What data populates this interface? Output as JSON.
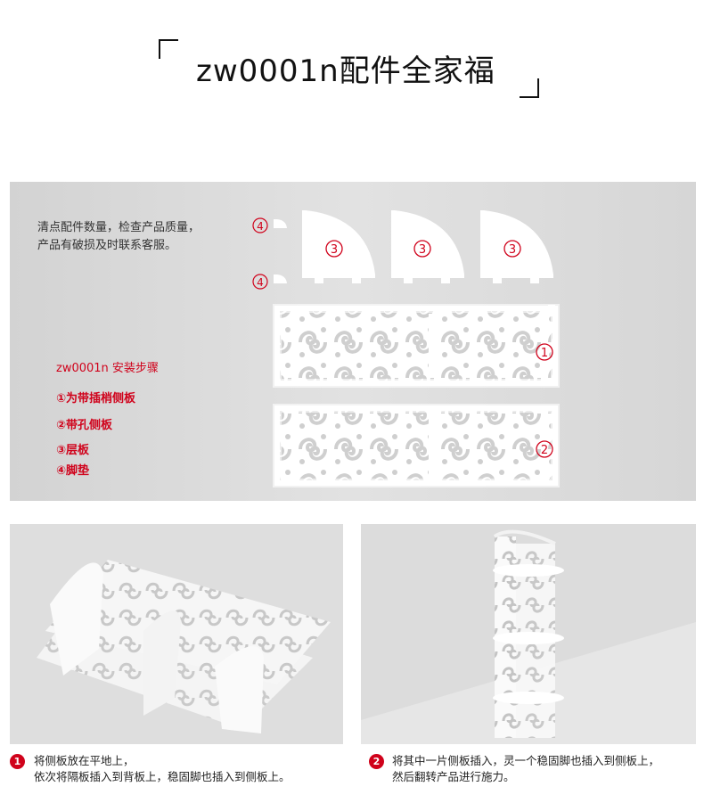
{
  "title": "zw0001n配件全家福",
  "intro": "清点配件数量，检查产品质量，\n产品有破损及时联系客服。",
  "steps_title": "zw0001n 安装步骤",
  "steps": [
    "①为带插梢侧板",
    "②带孔侧板",
    "③层板",
    "④脚垫"
  ],
  "part_labels": {
    "foot": "4",
    "shelf": "3",
    "panel_pins": "1",
    "panel_holes": "2"
  },
  "caption1": {
    "badge": "1",
    "text": "将侧板放在平地上，\n依次将隔板插入到背板上，稳固脚也插入到侧板上。"
  },
  "caption2": {
    "badge": "2",
    "text": "将其中一片侧板插入，灵一个稳固脚也插入到侧板上，\n然后翻转产品进行施力。"
  },
  "colors": {
    "accent_red": "#d0021b",
    "panel_bg": "#d8d8d8"
  }
}
